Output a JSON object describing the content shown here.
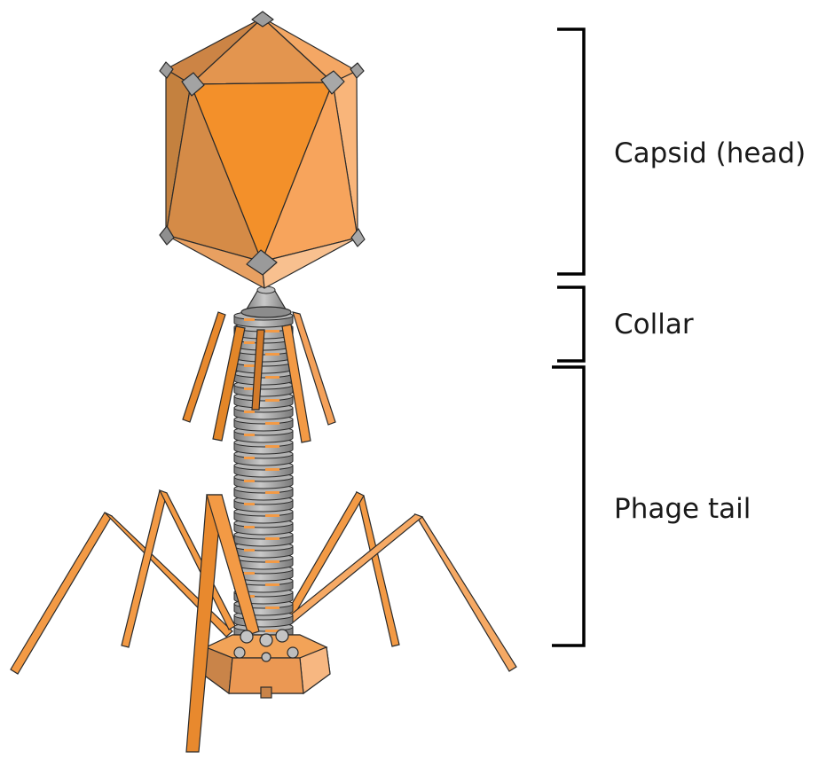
{
  "labels": {
    "capsid": "Capsid (head)",
    "collar": "Collar",
    "tail": "Phage tail"
  },
  "colors": {
    "orange_light": "#F9B072",
    "orange_mid": "#F39A45",
    "orange_dark": "#E07B22",
    "orange_shade": "#C9823F",
    "metal_light": "#C8C8C8",
    "metal_mid": "#9A9A9A",
    "metal_dark": "#6A6A6A",
    "outline": "#2a2a2a",
    "bracket": "#000000"
  }
}
